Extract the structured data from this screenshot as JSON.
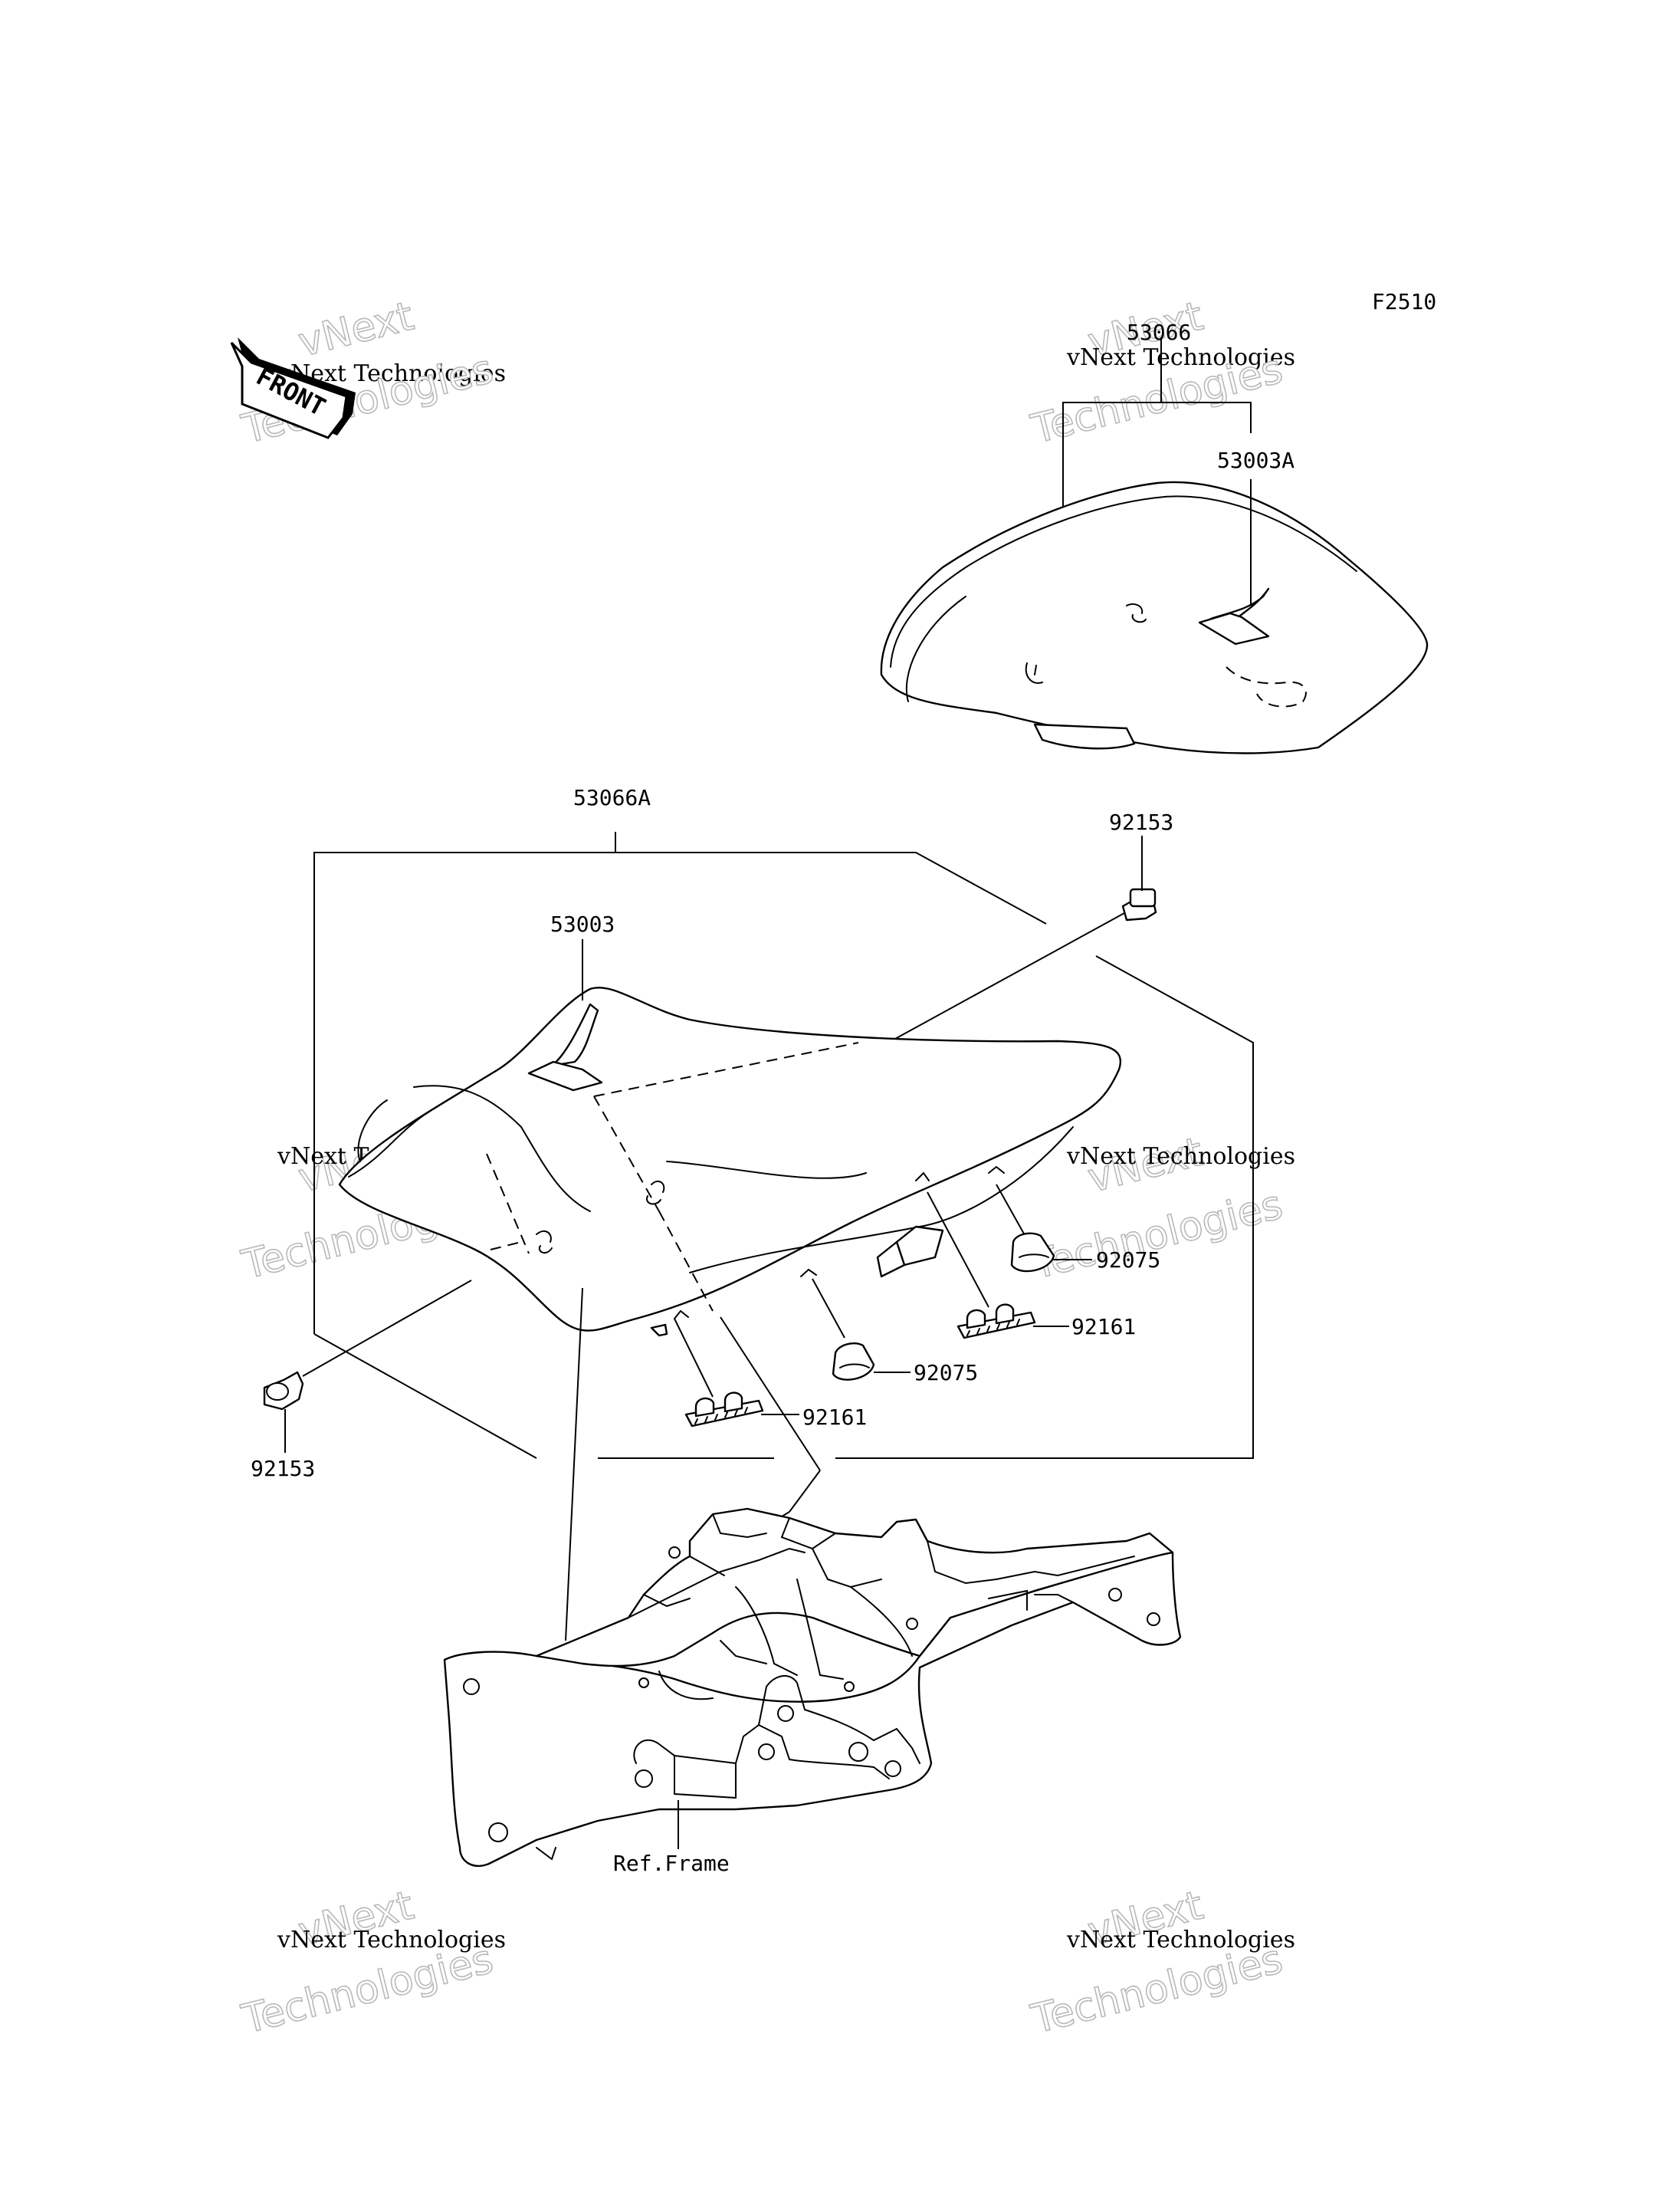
{
  "figure": {
    "code": "F2510",
    "front_label": "FRONT"
  },
  "parts": {
    "seat_assy_rear": "53066",
    "seat_cover_rear": "53003A",
    "seat_assy_front": "53066A",
    "seat_cover_front": "53003",
    "bolt_right": "92153",
    "bolt_left": "92153",
    "damper_right": "92075",
    "damper_center": "92075",
    "clip_right": "92161",
    "clip_center": "92161",
    "ref_frame": "Ref.Frame"
  },
  "watermarks": {
    "line1": "vNext",
    "line2": "vNext Technologies",
    "line3": "Technologies"
  }
}
